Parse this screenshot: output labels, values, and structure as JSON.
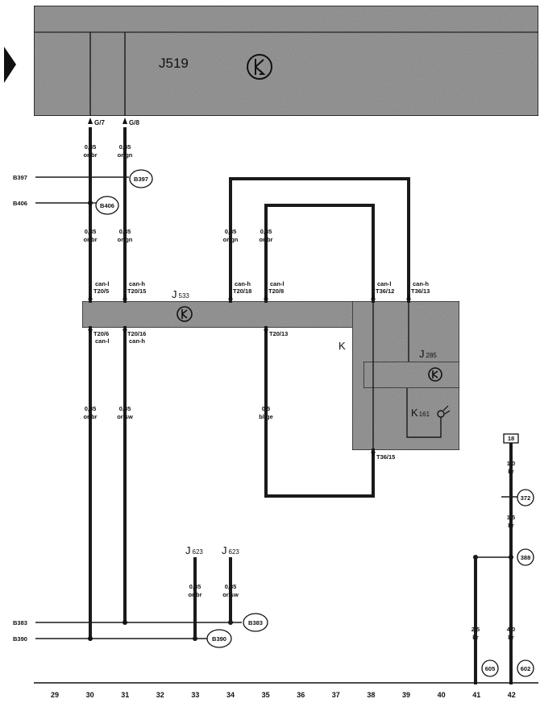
{
  "components": {
    "j519": "J519",
    "j533": "J",
    "j533_sub": "533",
    "k": "K",
    "j285": "J",
    "j285_sub": "285",
    "k161": "K",
    "k161_sub": "161",
    "j623_a": "J",
    "j623_a_sub": "623",
    "j623_b": "J",
    "j623_b_sub": "623"
  },
  "pins": {
    "g7": "G/7",
    "g8": "G/8",
    "t20_5": "T20/5",
    "t20_15": "T20/15",
    "t20_18": "T20/18",
    "t20_8": "T20/8",
    "t20_6": "T20/6",
    "t20_16": "T20/16",
    "t20_13": "T20/13",
    "t36_12": "T36/12",
    "t36_13": "T36/13",
    "t36_15": "T36/15",
    "can_l": "can-l",
    "can_h": "can-h"
  },
  "wires": {
    "w30a": [
      "0,35",
      "or/br"
    ],
    "w31a": [
      "0,35",
      "or/gn"
    ],
    "w30b": [
      "0,35",
      "or/br"
    ],
    "w31b": [
      "0,35",
      "or/gn"
    ],
    "w35a": [
      "0,35",
      "or/gn"
    ],
    "w36a": [
      "0,35",
      "or/br"
    ],
    "w30c": [
      "0,35",
      "or/br"
    ],
    "w31c": [
      "0,35",
      "or/sw"
    ],
    "w35b": [
      "0,5",
      "bl/ge"
    ],
    "w33": [
      "0,35",
      "or/br"
    ],
    "w34": [
      "0,35",
      "or/sw"
    ],
    "w42a": [
      "1,0",
      "br"
    ],
    "w42b": [
      "1,5",
      "br"
    ],
    "w41": [
      "2,5",
      "br"
    ],
    "w42c": [
      "4,0",
      "br"
    ]
  },
  "connectors": {
    "b397_left": "B397",
    "b397_circle": "B397",
    "b406_left": "B406",
    "b406_circle": "B406",
    "b383_left": "B383",
    "b383_circle": "B383",
    "b390_left": "B390",
    "b390_circle": "B390",
    "c372": "372",
    "c388": "388",
    "c605": "605",
    "c602": "602",
    "term18": "18"
  },
  "axis": [
    "29",
    "30",
    "31",
    "32",
    "33",
    "34",
    "35",
    "36",
    "37",
    "38",
    "39",
    "40",
    "41",
    "42"
  ],
  "colors": {
    "module_fill": "#9a9a9a",
    "wire": "#1a1a1a"
  }
}
